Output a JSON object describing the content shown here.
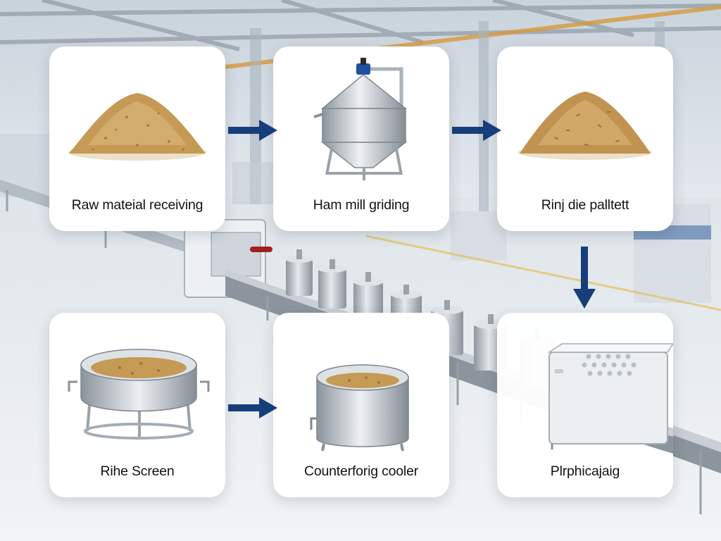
{
  "steps": [
    {
      "label": "Raw mateial receiving",
      "icon": "grain-pile-icon"
    },
    {
      "label": "Ham mill griding",
      "icon": "hammer-mill-tank-icon"
    },
    {
      "label": "Rinj die palltett",
      "icon": "pellet-pile-icon"
    },
    {
      "label": "Rihe Screen",
      "icon": "rotary-screen-icon"
    },
    {
      "label": "Counterforig cooler",
      "icon": "cooler-drum-icon"
    },
    {
      "label": "Plrphicajaig",
      "icon": "packing-machine-icon"
    }
  ],
  "colors": {
    "arrow": "#163e7a",
    "steel": "#b9c0c7",
    "grain": "#c49a55",
    "beam": "#d79a3c"
  }
}
